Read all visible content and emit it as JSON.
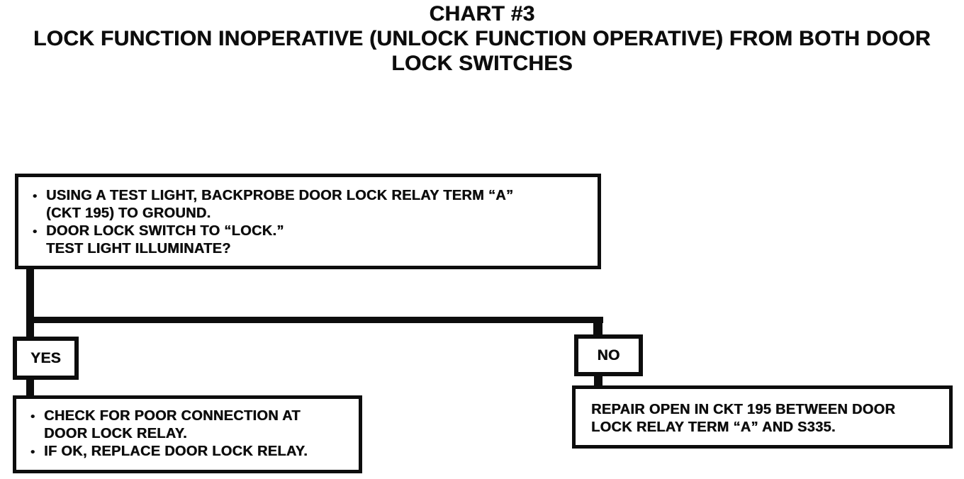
{
  "page": {
    "background": "#ffffff",
    "ink": "#0d0d0d"
  },
  "header": {
    "chart_number": "CHART #3",
    "title_line1": "LOCK FUNCTION INOPERATIVE (UNLOCK FUNCTION OPERATIVE) FROM BOTH DOOR",
    "title_line2": "LOCK SWITCHES"
  },
  "glyphs": {
    "bullet": "•"
  },
  "flow": {
    "question": {
      "bullets": [
        {
          "lines": [
            "USING A TEST LIGHT, BACKPROBE DOOR LOCK RELAY TERM “A”",
            "(CKT 195) TO GROUND."
          ]
        },
        {
          "lines": [
            "DOOR LOCK SWITCH TO “LOCK.”",
            "TEST LIGHT ILLUMINATE?"
          ]
        }
      ]
    },
    "yes": {
      "label": "YES",
      "result_bullets": [
        {
          "lines": [
            "CHECK FOR POOR CONNECTION AT",
            "DOOR LOCK RELAY."
          ]
        },
        {
          "lines": [
            "IF OK, REPLACE DOOR LOCK RELAY.",
            ""
          ]
        }
      ]
    },
    "no": {
      "label": "NO",
      "result_lines": [
        "REPAIR OPEN IN CKT 195 BETWEEN DOOR",
        "LOCK RELAY TERM “A” AND S335."
      ]
    }
  }
}
